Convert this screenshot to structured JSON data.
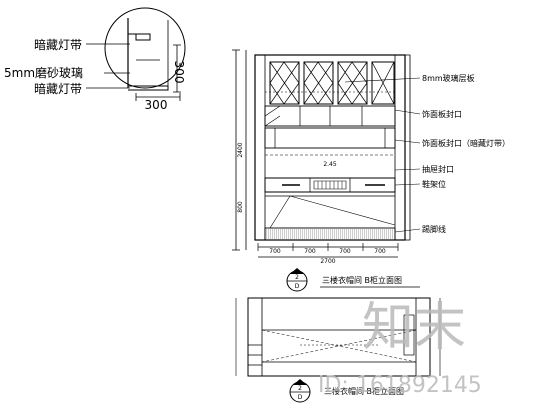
{
  "detail": {
    "callout_top": "暗藏灯带",
    "callout_mid": "5mm磨砂玻璃",
    "callout_bottom": "暗藏灯带",
    "dim_vertical": "300",
    "dim_horizontal": "300"
  },
  "elevation": {
    "notes": [
      "8mm玻璃层板",
      "饰面板封口",
      "饰面板封口（暗藏灯带）",
      "抽屉封口",
      "鞋架位",
      "踢脚线"
    ],
    "dims_bottom": [
      "700",
      "700",
      "700",
      "700"
    ],
    "dim_overall": "2700",
    "dim_mid": "2.45",
    "dim_left": "2400",
    "dim_left_small": "800",
    "marker_top": "2",
    "marker_bottom": "D",
    "title": "三楼衣帽间 B柜立面图"
  },
  "plan": {
    "marker_top": "2",
    "marker_bottom": "D",
    "title": "三楼衣帽间 B柜立面图"
  },
  "watermark": {
    "logo_text": "知末",
    "id_text": "ID: 161892145"
  }
}
